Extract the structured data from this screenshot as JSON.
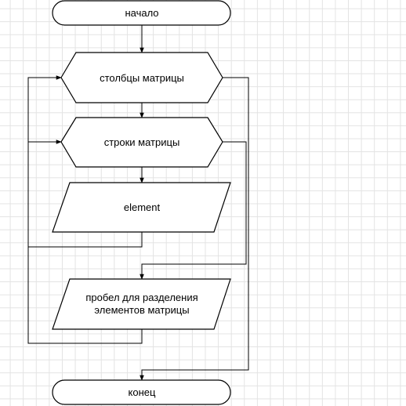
{
  "diagram": {
    "colors": {
      "line": "#000000",
      "fill": "#ffffff",
      "grid": "#e3e3e3"
    },
    "nodes": {
      "start": {
        "label": "начало"
      },
      "loop_cols": {
        "label": "столбцы матрицы"
      },
      "loop_rows": {
        "label": "строки матрицы"
      },
      "output_element": {
        "label": "element"
      },
      "output_space": {
        "label_line1": "пробел для разделения",
        "label_line2": "элементов матрицы"
      },
      "end": {
        "label": "конец"
      }
    }
  }
}
